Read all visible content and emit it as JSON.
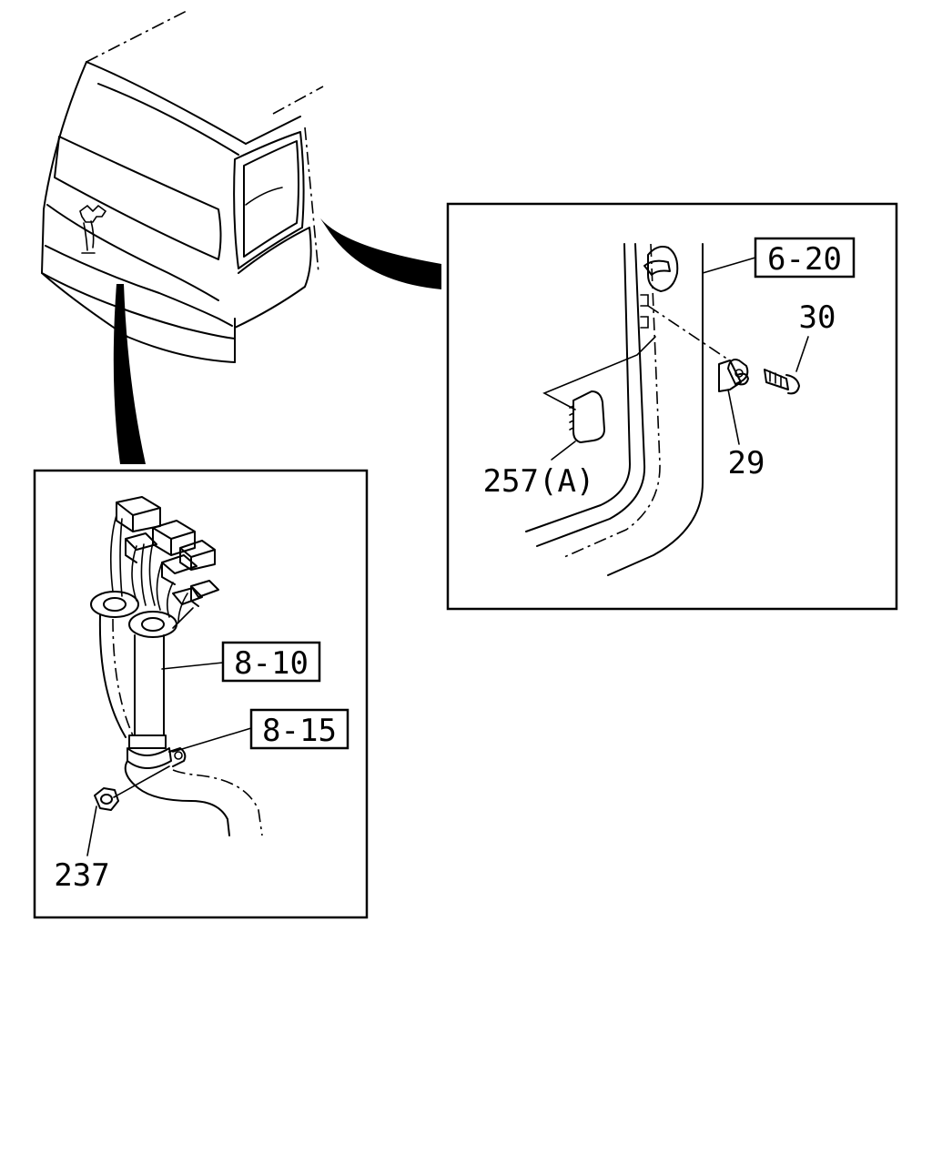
{
  "callouts": {
    "ref_6_20": "6-20",
    "part_30": "30",
    "part_29": "29",
    "part_257a": "257(A)",
    "ref_8_10": "8-10",
    "ref_8_15": "8-15",
    "part_237": "237"
  }
}
